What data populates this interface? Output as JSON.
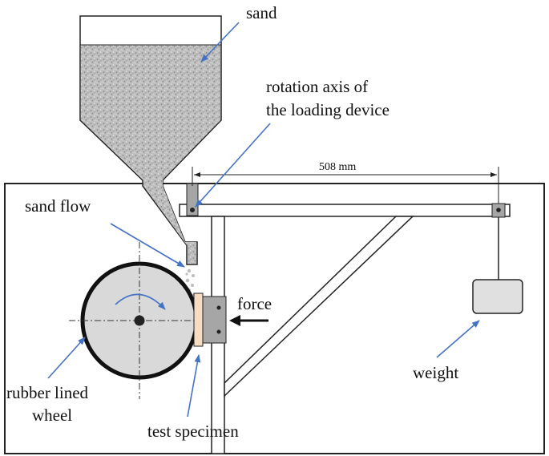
{
  "labels": {
    "sand": "sand",
    "rotation_axis_line1": "rotation axis of",
    "rotation_axis_line2": "the loading device",
    "dimension": "508 mm",
    "sand_flow": "sand flow",
    "force": "force",
    "weight": "weight",
    "wheel_line1": "rubber lined",
    "wheel_line2": "wheel",
    "test_specimen": "test specimen"
  },
  "colors": {
    "callout_arrow": "#4472c4",
    "sand_fill": "#b7b7b7",
    "wheel_fill": "#d9d9d9",
    "specimen_fill": "#f6dcc0",
    "holder_fill": "#a6a6a6",
    "weight_fill": "#e0e0e0"
  }
}
